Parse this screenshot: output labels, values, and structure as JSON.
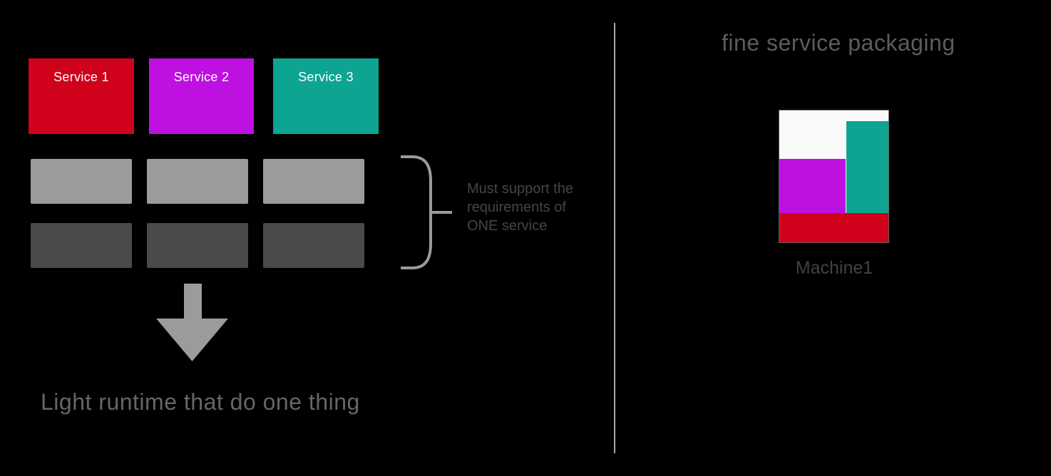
{
  "canvas": {
    "background": "#000000",
    "divider_color": "#A8A8A8"
  },
  "left_panel": {
    "services": [
      {
        "label": "Service 1",
        "color": "#D0021B"
      },
      {
        "label": "Service 2",
        "color": "#BE11E1"
      },
      {
        "label": "Service 3",
        "color": "#0DA492"
      }
    ],
    "service_label_color": "#FFFFFF",
    "runtime_row_light_color": "#9B9B9B",
    "runtime_row_dark_color": "#4A4A4A",
    "brace_color": "#9B9B9B",
    "annotation": {
      "lines": [
        "Must support the",
        "requirements of",
        "ONE service"
      ],
      "color": "#454545"
    },
    "arrow_color": "#9B9B9B",
    "caption": {
      "text": "Light runtime that do one thing",
      "color": "#666666"
    }
  },
  "right_panel": {
    "title": {
      "text": "fine service packaging",
      "color": "#5C5C5C"
    },
    "machine": {
      "label": "Machine1",
      "label_color": "#424242",
      "fill": "#FAFAFA",
      "border_color": "#606060",
      "blocks": [
        {
          "name": "service-1-allocation",
          "color": "#D0021B"
        },
        {
          "name": "service-2-allocation",
          "color": "#BE11E1"
        },
        {
          "name": "service-3-allocation",
          "color": "#0DA492"
        }
      ]
    }
  }
}
